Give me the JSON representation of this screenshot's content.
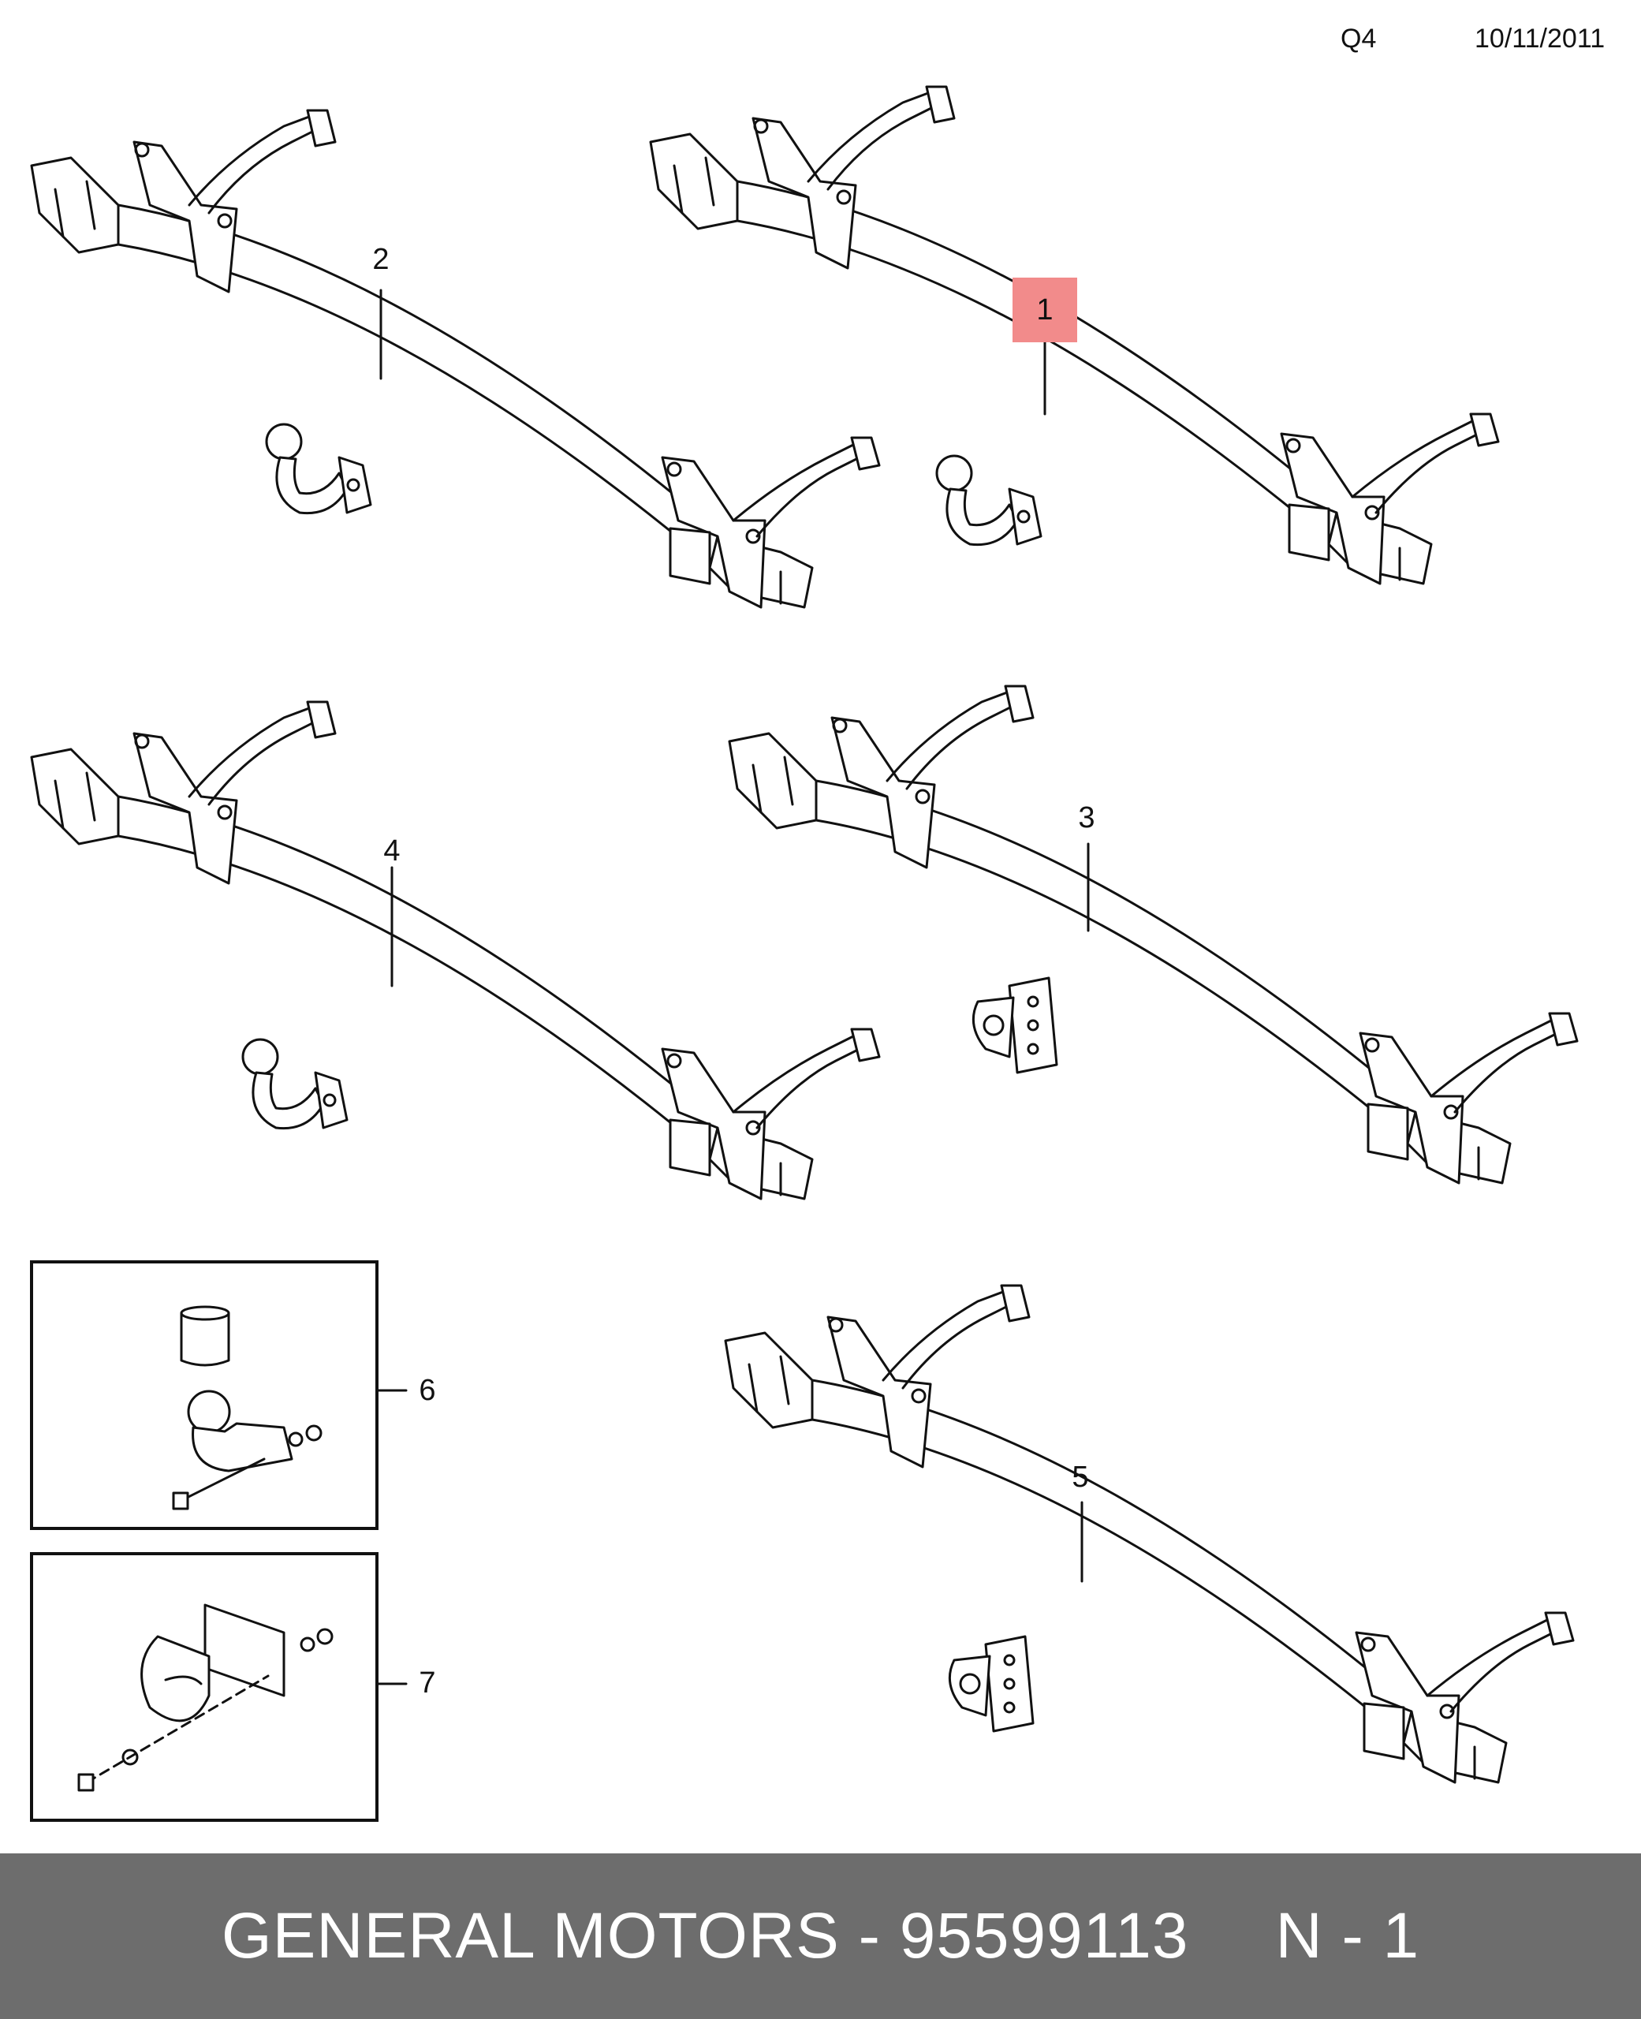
{
  "header": {
    "code": "Q4",
    "date": "10/11/2011"
  },
  "callouts": [
    {
      "id": "1",
      "label": "1",
      "highlighted": true
    },
    {
      "id": "2",
      "label": "2"
    },
    {
      "id": "3",
      "label": "3"
    },
    {
      "id": "4",
      "label": "4"
    },
    {
      "id": "5",
      "label": "5"
    },
    {
      "id": "6",
      "label": "6"
    },
    {
      "id": "7",
      "label": "7"
    }
  ],
  "footer": {
    "part": "GENERAL MOTORS - 95599113",
    "page": "N - 1"
  },
  "colors": {
    "highlight": "#f28b8b",
    "footer_bg": "#6d6d6d",
    "line": "#111111"
  }
}
